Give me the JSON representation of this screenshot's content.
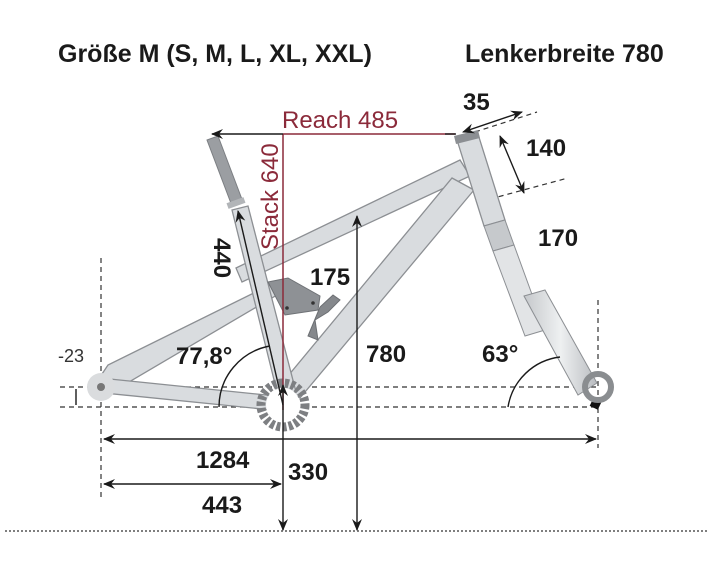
{
  "header": {
    "size_title": "Größe M (S, M, L, XL, XXL)",
    "handlebar_title": "Lenkerbreite 780"
  },
  "geometry": {
    "reach": "Reach 485",
    "stack": "Stack 640",
    "stem_length": "35",
    "head_tube": "140",
    "fork_travel": "170",
    "seat_tube": "440",
    "rear_travel": "175",
    "bb_drop": "-23",
    "seat_angle": "77,8°",
    "head_angle": "63°",
    "standover": "780",
    "wheelbase": "1284",
    "bb_height": "330",
    "chainstay": "443"
  },
  "colors": {
    "frame_fill": "#d9dcdf",
    "frame_stroke": "#8c8f93",
    "dimension_line": "#1a1a1a",
    "reach_stack": "#8b2a3a",
    "chainring": "#7d7f82"
  }
}
